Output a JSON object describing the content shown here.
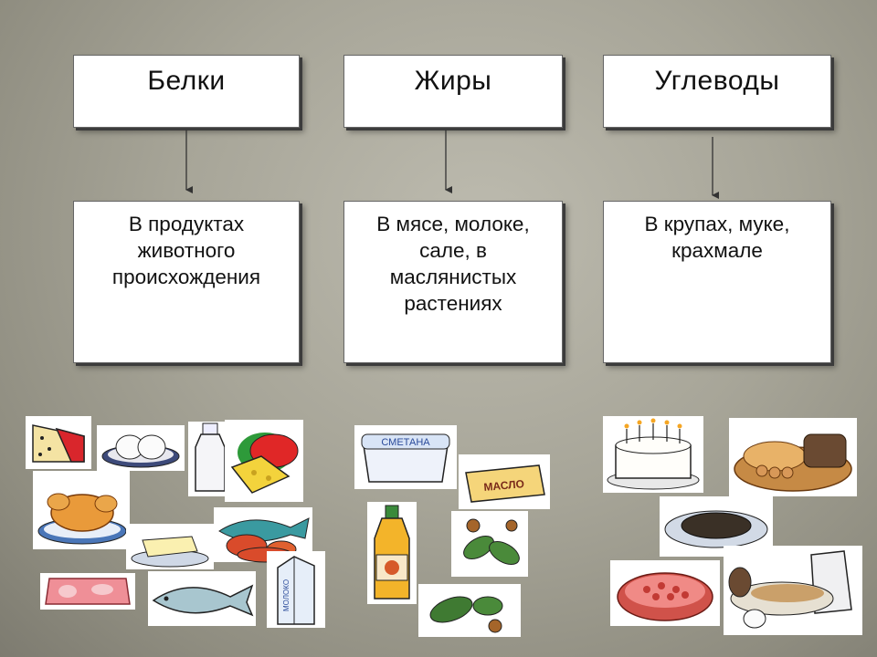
{
  "columns": [
    {
      "title": "Белки",
      "description": "В продуктах\nживотного\nпроисхождения"
    },
    {
      "title": "Жиры",
      "description": "В мясе, молоке,\nсале, в\nмаслянистых\nрастениях"
    },
    {
      "title": "Углеводы",
      "description": "В крупах, муке,\nкрахмале"
    }
  ],
  "food_labels": {
    "sour_cream": "СМЕТАНА",
    "butter": "МАСЛО",
    "milk": "МОЛОКО"
  },
  "food_icons": {
    "proteins": [
      "cheese-icon",
      "eggs-icon",
      "milk-bottle-icon",
      "cheese-wheel-icon",
      "roast-chicken-icon",
      "butter-dish-icon",
      "fish-and-crab-icon",
      "meat-icon",
      "fish-icon",
      "milk-carton-icon"
    ],
    "fats": [
      "sour-cream-tub-icon",
      "butter-pack-icon",
      "oil-bottle-icon",
      "hazelnut-branch-icon",
      "hazelnut-leaves-icon"
    ],
    "carbohydrates": [
      "birthday-cake-icon",
      "bread-basket-icon",
      "buckwheat-plate-icon",
      "berries-bowl-icon",
      "flour-and-eggs-icon"
    ]
  },
  "colors": {
    "background": "#a7a598",
    "box": "#ffffff",
    "arrow": "#333333"
  }
}
